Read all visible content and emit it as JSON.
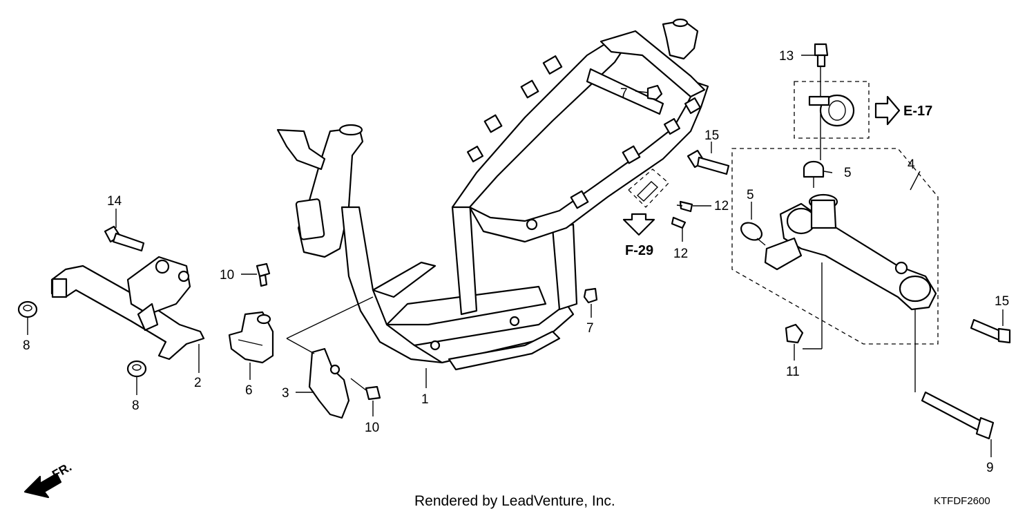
{
  "labels": {
    "p1": "1",
    "p2": "2",
    "p3": "3",
    "p4": "4",
    "p5a": "5",
    "p5b": "5",
    "p6": "6",
    "p7a": "7",
    "p7b": "7",
    "p8a": "8",
    "p8b": "8",
    "p9": "9",
    "p10a": "10",
    "p10b": "10",
    "p11": "11",
    "p12a": "12",
    "p12b": "12",
    "p13": "13",
    "p14": "14",
    "p15a": "15",
    "p15b": "15"
  },
  "refs": {
    "e17": "E-17",
    "f29": "F-29"
  },
  "direction": "FR.",
  "credit": "Rendered by LeadVenture, Inc.",
  "diagram_code": "KTFDF2600"
}
